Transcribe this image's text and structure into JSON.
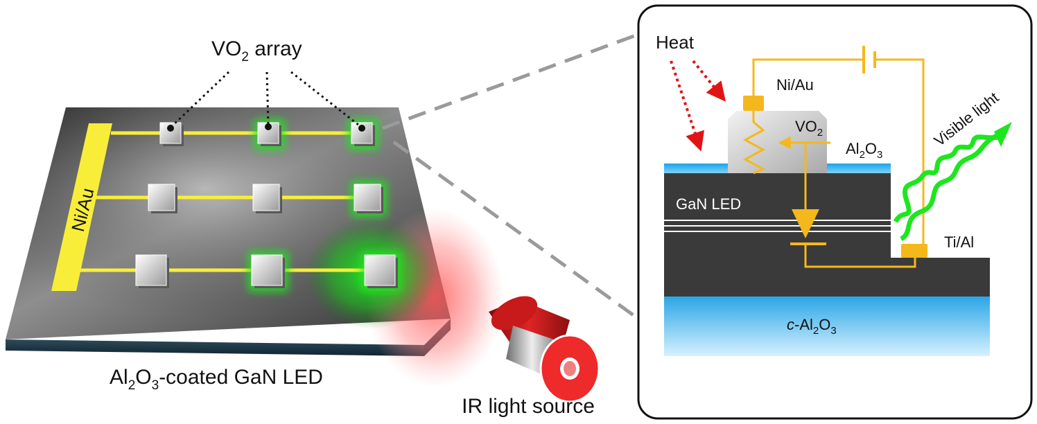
{
  "left_panel": {
    "array_label": {
      "main": "VO",
      "sub": "2",
      "tail": " array"
    },
    "bus_label": "Ni/Au",
    "device_label": {
      "p1": "Al",
      "s1": "2",
      "p2": "O",
      "s2": "3",
      "tail": "-coated GaN LED"
    },
    "source_label": "IR light source",
    "lit_pixels": [
      {
        "row": 1,
        "col": 2
      },
      {
        "row": 1,
        "col": 3
      },
      {
        "row": 2,
        "col": 3
      },
      {
        "row": 3,
        "col": 2
      },
      {
        "row": 3,
        "col": 3
      }
    ]
  },
  "right_panel": {
    "heat_label": "Heat",
    "contact_top_label": "Ni/Au",
    "vo2_label": {
      "main": "VO",
      "sub": "2"
    },
    "al2o3_label": {
      "p1": "Al",
      "s1": "2",
      "p2": "O",
      "s2": "3"
    },
    "gan_label": "GaN LED",
    "contact_bottom_label": "Ti/Al",
    "emission_label": "Visible light",
    "substrate_label": {
      "italic": "c",
      "p1": "-Al",
      "s1": "2",
      "p2": "O",
      "s2": "3"
    }
  },
  "colors": {
    "wire": "#f5b81c",
    "bus": "#f8ee3a",
    "glow": "#1ee61e",
    "ir": "#ff4a4a",
    "heat_arrow": "#e01414",
    "sapphire": "#2fb0e8",
    "gan": "#3a3a3a"
  }
}
